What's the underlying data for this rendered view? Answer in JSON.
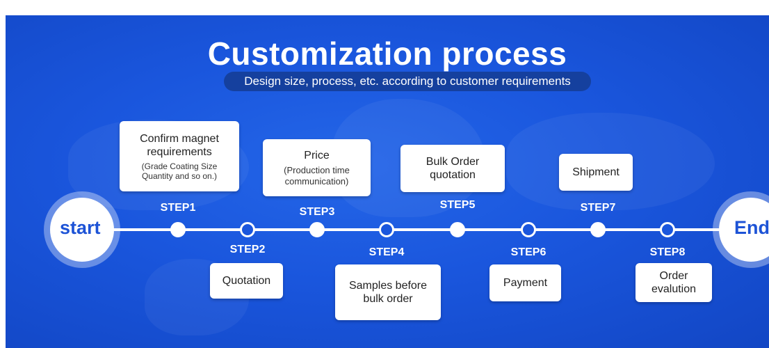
{
  "header": {
    "title": "Customization process",
    "subtitle": "Design size, process, etc. according to customer requirements"
  },
  "timeline": {
    "start_label": "start",
    "end_label": "End",
    "steps": [
      {
        "label": "STEP1",
        "title": "Confirm magnet requirements",
        "detail": "(Grade Coating Size Quantity and so on.)"
      },
      {
        "label": "STEP2",
        "title": "Quotation",
        "detail": ""
      },
      {
        "label": "STEP3",
        "title": "Price",
        "detail": "(Production time communication)"
      },
      {
        "label": "STEP4",
        "title": "Samples before bulk order",
        "detail": ""
      },
      {
        "label": "STEP5",
        "title": "Bulk Order quotation",
        "detail": ""
      },
      {
        "label": "STEP6",
        "title": "Payment",
        "detail": ""
      },
      {
        "label": "STEP7",
        "title": "Shipment",
        "detail": ""
      },
      {
        "label": "STEP8",
        "title": "Order evalution",
        "detail": ""
      }
    ]
  },
  "colors": {
    "background": "#1a56dd",
    "accent_text": "#1d53d6",
    "line": "#ffffff",
    "box": "#ffffff"
  }
}
